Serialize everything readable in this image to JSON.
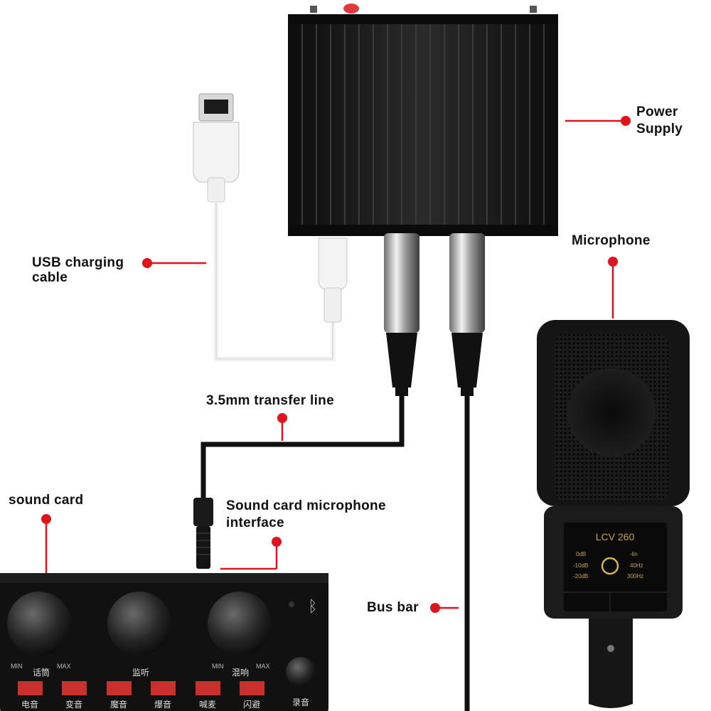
{
  "callouts": {
    "power_supply": [
      "Power",
      "Supply"
    ],
    "microphone": "Microphone",
    "usb_cable": [
      "USB charging",
      "cable"
    ],
    "transfer_line": "3.5mm transfer line",
    "sound_card": "sound card",
    "mic_interface": [
      "Sound card microphone",
      "interface"
    ],
    "bus_bar": "Bus bar"
  },
  "microphone_panel": {
    "model": "LCV 260",
    "pad_levels": [
      "0dB",
      "-10dB",
      "-20dB"
    ],
    "filter_levels": [
      "-lin",
      "40Hz",
      "300Hz"
    ]
  },
  "sound_card_panel": {
    "knob_labels": [
      "话筒",
      "监听",
      "混响"
    ],
    "min_label": "MIN",
    "max_label": "MAX",
    "record_label": "录音",
    "button_labels": [
      "电音",
      "变音",
      "魔音",
      "爆音",
      "喊麦",
      "闪避"
    ]
  },
  "colors": {
    "callout_red": "#e0141c",
    "device_black": "#1a1a1a",
    "pad_red": "#c9302c"
  }
}
